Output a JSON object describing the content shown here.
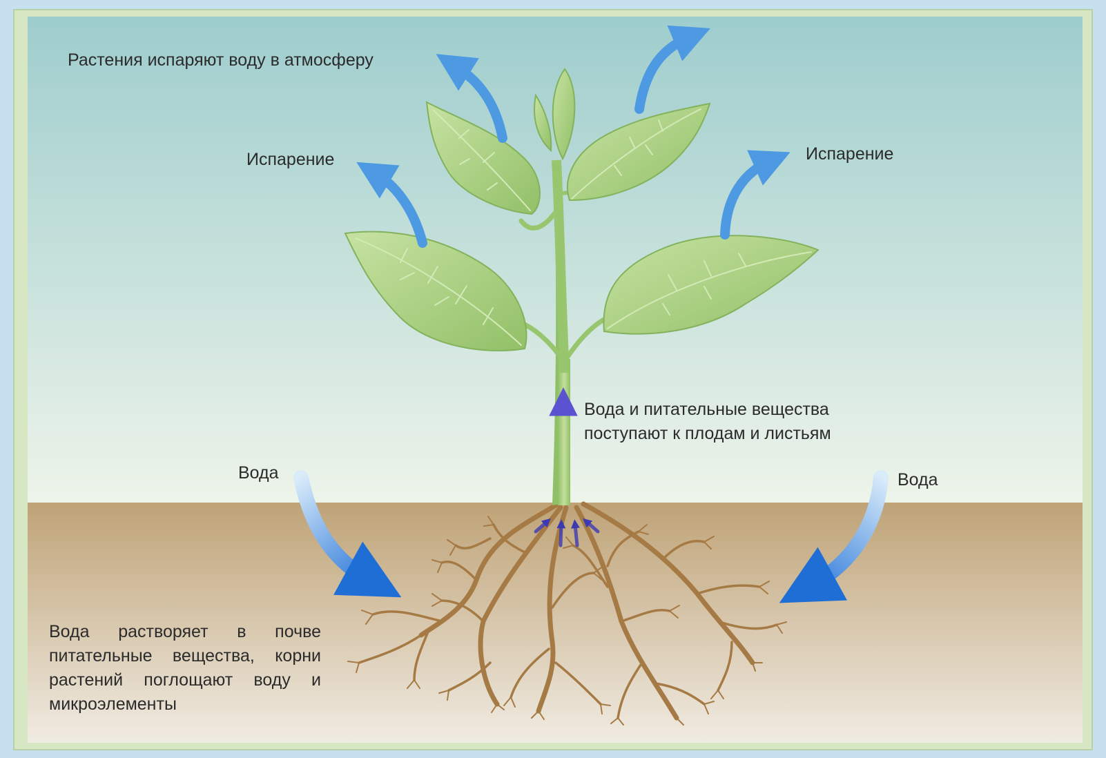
{
  "labels": {
    "atmosphere": "Растения испаряют воду в атмосферу",
    "evaporation_left": "Испарение",
    "evaporation_right": "Испарение",
    "water_left": "Вода",
    "water_right": "Вода",
    "stem_line1": "Вода и питательные вещества",
    "stem_line2": "поступают к плодам и листьям",
    "soil_text": "Вода растворяет в почве питательные вещества, корни растений поглощают воду и микроэлементы"
  },
  "colors": {
    "sky_top": "#9ecdcd",
    "sky_bottom": "#eef4ea",
    "soil_top": "#bfa377",
    "soil_bottom": "#f0ebe2",
    "frame": "#d7e7c3",
    "leaf": "#a9d07f",
    "stem": "#a6cc7e",
    "root": "#a67a44",
    "evaporation_arrow": "#4d9ae3",
    "water_arrow": "#2070d8",
    "uptake_arrow": "#3c3ab0"
  }
}
